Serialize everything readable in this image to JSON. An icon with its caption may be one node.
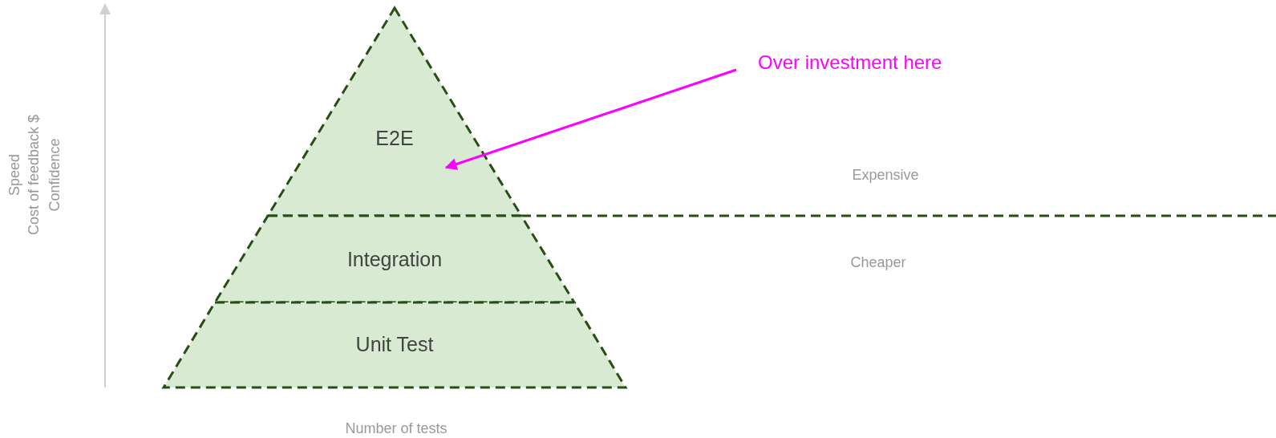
{
  "diagram": {
    "nodes": [
      {
        "text": [
          "E2E"
        ]
      },
      {
        "text": [
          "Integration"
        ]
      },
      {
        "text": [
          "Unit Test"
        ]
      },
      {
        "text": [
          "Over investment here"
        ]
      }
    ],
    "edges": [
      {
        "from": 3,
        "to": 0,
        "arrow": "to",
        "color": "#ff00ff"
      }
    ],
    "labels": [
      "Speed",
      "Cost of feedback $",
      "Confidence",
      "Expensive",
      "Cheaper",
      "Number of tests"
    ]
  }
}
